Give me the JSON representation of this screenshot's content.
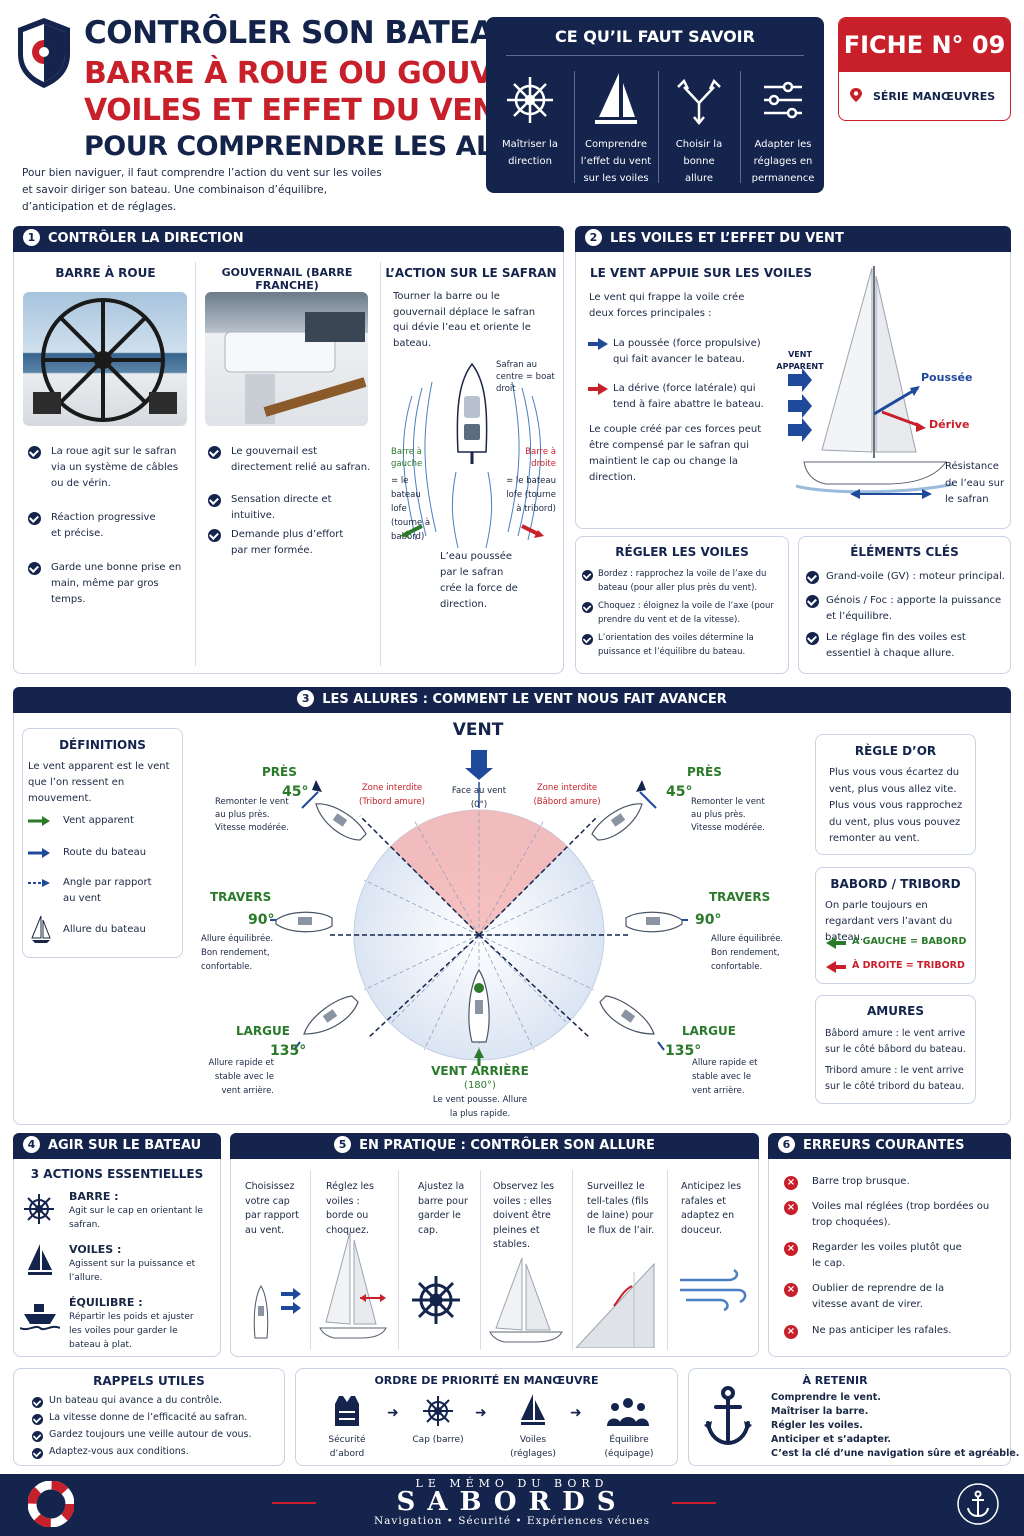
{
  "header": {
    "title_line1": "CONTRÔLER SON BATEAU :",
    "title_line2": "BARRE À ROUE OU GOUVERNAIL,",
    "title_line3": "VOILES ET EFFET DU VENT",
    "title_line4": "POUR COMPRENDRE LES ALLURES",
    "intro": "Pour bien naviguer, il faut comprendre l’action du vent sur les voiles et savoir diriger son bateau. Une combinaison d’équilibre, d’anticipation et de réglages."
  },
  "know": {
    "title": "CE QU’IL FAUT SAVOIR",
    "items": [
      {
        "label": "Maîtriser la direction",
        "icon": "helm-icon"
      },
      {
        "label": "Comprendre l’effet du vent sur les voiles",
        "icon": "sail-icon"
      },
      {
        "label": "Choisir la bonne allure",
        "icon": "direction-arrows-icon"
      },
      {
        "label": "Adapter les réglages en permanence",
        "icon": "sliders-icon"
      }
    ]
  },
  "fiche": {
    "title": "FICHE N° 09",
    "series": "SÉRIE MANŒUVRES"
  },
  "s1": {
    "num": "1",
    "title": "CONTRÔLER LA DIRECTION",
    "col1": {
      "title": "BARRE À ROUE",
      "items": [
        "La roue agit sur le safran via un système de câbles ou de vérin.",
        "Réaction progressive et précise.",
        "Garde une bonne prise en main, même par gros temps."
      ]
    },
    "col2": {
      "title": "GOUVERNAIL (BARRE FRANCHE)",
      "items": [
        "Le gouvernail est directement relié au safran.",
        "Sensation directe et intuitive.",
        "Demande plus d’effort par mer formée."
      ]
    },
    "col3": {
      "title": "L’ACTION SUR LE SAFRAN",
      "text": "Tourner la barre ou le gouvernail déplace le safran qui dévie l’eau et oriente le bateau.",
      "center": "Safran au centre = boat droit",
      "left_a": "Barre à gauche",
      "left_b": "= le bateau lofe (tourne à babord)",
      "right_a": "Barre à droite",
      "right_b": "= le bateau lofe (tourne à tribord)",
      "bottom": "L’eau poussée par le safran crée la force de direction."
    }
  },
  "s2": {
    "num": "2",
    "title": "LES VOILES ET L’EFFET DU VENT",
    "sub": "LE VENT APPUIE SUR LES VOILES",
    "text": "Le vent qui frappe la voile crée deux forces principales :",
    "force1": "La poussée (force propulsive) qui fait avancer le bateau.",
    "force2": "La dérive (force latérale) qui tend à faire abattre le bateau.",
    "couple": "Le couple créé par ces forces peut être compensé par le safran qui maintient le cap ou change la direction.",
    "vent_apparent": "VENT APPARENT",
    "poussee": "Poussée",
    "derive": "Dérive",
    "resistance": "Résistance de l’eau sur le safran"
  },
  "regler": {
    "title": "RÉGLER LES VOILES",
    "items": [
      "Bordez : rapprochez la voile de l’axe du bateau (pour aller plus près du vent).",
      "Choquez : éloignez la voile de l’axe (pour prendre du vent et de la vitesse).",
      "L’orientation des voiles détermine la puissance et l’équilibre du bateau."
    ]
  },
  "elements": {
    "title": "ÉLÉMENTS CLÉS",
    "items": [
      "Grand-voile (GV) : moteur principal.",
      "Génois / Foc : apporte la puissance et l’équilibre.",
      "Le réglage fin des voiles est essentiel à chaque allure."
    ]
  },
  "s3": {
    "num": "3",
    "title": "LES ALLURES : COMMENT LE VENT NOUS FAIT AVANCER",
    "vent": "VENT",
    "face": "Face au vent (0°)",
    "zone_left": "Zone interdite (Tribord amure)",
    "zone_right": "Zone interdite (Bâbord amure)",
    "pres": "PRÈS",
    "pres_angle": "45°",
    "pres_desc": "Remonter le vent au plus près. Vitesse modérée.",
    "travers": "TRAVERS",
    "travers_angle": "90°",
    "travers_desc": "Allure équilibrée. Bon rendement, confortable.",
    "largue": "LARGUE",
    "largue_angle": "135°",
    "largue_desc": "Allure rapide et stable avec le vent arrière.",
    "arriere": "VENT ARRIÈRE",
    "arriere_angle": "(180°)",
    "arriere_desc": "Le vent pousse. Allure la plus rapide.",
    "defs": {
      "title": "DÉFINITIONS",
      "intro": "Le vent apparent est le vent que l’on ressent en mouvement.",
      "items": [
        "Vent apparent",
        "Route du bateau",
        "Angle par rapport au vent",
        "Allure du bateau"
      ]
    },
    "regle": {
      "title": "RÈGLE D’OR",
      "text": "Plus vous vous écartez du vent, plus vous allez vite. Plus vous vous rapprochez du vent, plus vous pouvez remonter au vent."
    },
    "babord": {
      "title": "BABORD / TRIBORD",
      "text": "On parle toujours en regardant vers l’avant du bateau.",
      "left": "À GAUCHE = BABORD",
      "right": "À DROITE = TRIBORD"
    },
    "amures": {
      "title": "AMURES",
      "babord": "Bâbord amure : le vent arrive sur le côté bâbord du bateau.",
      "tribord": "Tribord amure : le vent arrive sur le côté tribord du bateau."
    }
  },
  "s4": {
    "num": "4",
    "title": "AGIR SUR LE BATEAU",
    "sub": "3 ACTIONS ESSENTIELLES",
    "actions": [
      {
        "title": "BARRE :",
        "text": "Agit sur le cap en orientant le safran."
      },
      {
        "title": "VOILES :",
        "text": "Agissent sur la puissance et l’allure."
      },
      {
        "title": "ÉQUILIBRE :",
        "text": "Répartir les poids et ajuster les voiles pour garder le bateau à plat."
      }
    ]
  },
  "s5": {
    "num": "5",
    "title": "EN PRATIQUE : CONTRÔLER SON ALLURE",
    "steps": [
      "Choisissez votre cap par rapport au vent.",
      "Réglez les voiles : borde ou choquez.",
      "Ajustez la barre pour garder le cap.",
      "Observez les voiles : elles doivent être pleines et stables.",
      "Surveillez le tell-tales (fils de laine) pour le flux de l’air.",
      "Anticipez les rafales et adaptez en douceur."
    ]
  },
  "s6": {
    "num": "6",
    "title": "ERREURS COURANTES",
    "items": [
      "Barre trop brusque.",
      "Voiles mal réglées (trop bordées ou trop choquées).",
      "Regarder les voiles plutôt que le cap.",
      "Oublier de reprendre de la vitesse avant de virer.",
      "Ne pas anticiper les rafales."
    ]
  },
  "rappels": {
    "title": "RAPPELS UTILES",
    "items": [
      "Un bateau qui avance a du contrôle.",
      "La vitesse donne de l’efficacité au safran.",
      "Gardez toujours une veille autour de vous.",
      "Adaptez-vous aux conditions."
    ]
  },
  "ordre": {
    "title": "ORDRE DE PRIORITÉ EN MANŒUVRE",
    "items": [
      "Sécurité d’abord",
      "Cap (barre)",
      "Voiles (réglages)",
      "Équilibre (équipage)"
    ]
  },
  "retenir": {
    "title": "À RETENIR",
    "lines": [
      "Comprendre le vent.",
      "Maîtriser la barre.",
      "Régler les voiles.",
      "Anticiper et s’adapter.",
      "C’est la clé d’une navigation sûre et agréable."
    ]
  },
  "footer": {
    "top": "LE MÉMO DU BORD",
    "brand": "SABORDS",
    "tagline": "Navigation • Sécurité • Expériences vécues"
  },
  "colors": {
    "navy": "#14244d",
    "red": "#c8202a",
    "green": "#2a7a2a"
  }
}
